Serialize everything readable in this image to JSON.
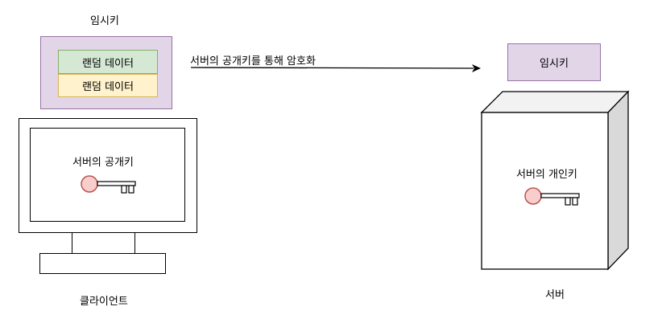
{
  "client": {
    "temp_key_title": "임시키",
    "random_data_1": "랜덤 데이터",
    "random_data_2": "랜덤 데이터",
    "public_key_label": "서버의 공개키",
    "device_label": "클라이언트",
    "key_icon": "key-icon",
    "monitor_icon": "monitor-icon"
  },
  "arrow": {
    "label": "서버의 공개키를 통해 암호화"
  },
  "server": {
    "temp_key_label": "임시키",
    "private_key_label": "서버의 개인키",
    "device_label": "서버",
    "key_icon": "key-icon",
    "server_box_icon": "server-box-icon"
  },
  "colors": {
    "temp_key_fill": "#e1d5e7",
    "temp_key_stroke": "#9673a6",
    "random_data_1_fill": "#d5e8d4",
    "random_data_1_stroke": "#82b366",
    "random_data_2_fill": "#fff2cc",
    "random_data_2_stroke": "#d6b656",
    "key_head_fill": "#f8cecc",
    "key_head_stroke": "#b85450"
  }
}
